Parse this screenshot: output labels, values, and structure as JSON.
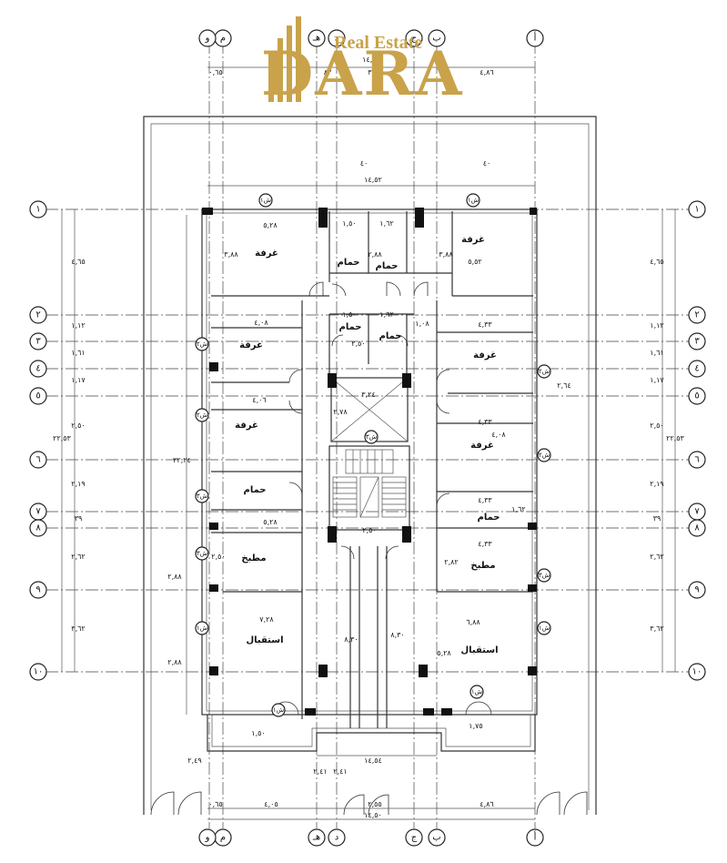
{
  "logo": {
    "main": "DARA",
    "sub": "Real Estate",
    "color": "#c9a24a"
  },
  "axes_top": [
    "أ",
    "ب",
    "ج",
    "د",
    "هـ",
    "م",
    "و"
  ],
  "axes_side": [
    "١",
    "٢",
    "٣",
    "٤",
    "٥",
    "٦",
    "٧",
    "٨",
    "٩",
    "١٠"
  ],
  "rooms": {
    "room_top_left": "غرفة",
    "bath_top_1": "حمام",
    "bath_top_2": "حمام",
    "room_top_right": "غرفة",
    "bath_mid_1": "حمام",
    "bath_mid_2": "حمام",
    "room_left_2": "غرفة",
    "room_right_2": "غرفة",
    "room_left_3": "غرفة",
    "room_right_3": "غرفة",
    "bath_left": "حمام",
    "bath_right": "حمام",
    "kitchen_left": "مطبخ",
    "kitchen_right": "مطبخ",
    "reception_left": "استقبال",
    "reception_right": "استقبال"
  },
  "dims": {
    "top_total": "١٤,٥٠",
    "top_a": "٠,٦٥",
    "top_b": "٣,٥٠",
    "top_c": "٤,٨٦",
    "top_d": "٨٣",
    "inner_total": "١٤,٥٢",
    "v_top_1": "٤٠",
    "v_top_2": "٤٠",
    "r1_w": "٥,٢٨",
    "r1_h": "٣,٨٨",
    "b1_w": "١,٥٠",
    "b2_w": "١,٦٢",
    "b1_h": "٢,٨٨",
    "r2_w": "٥,٥٢",
    "r2_h": "٣,٨٨",
    "mid_b1": "١,٥٠",
    "mid_b2": "١,٦٢",
    "mid_b3": "١,٠٨",
    "mid_h": "٢,٥٠",
    "l2_w": "٤,٠٨",
    "r3_w": "٤,٣٣",
    "core_w": "٣,٢٤",
    "core_h": "٢,٧٨",
    "l3_w": "٤,٠٦",
    "r4_w": "٤,٣٣",
    "r4_h": "٤,٠٨",
    "right_stub": "٢,٦٤",
    "left_total": "٢٢,٢٤",
    "r5_w": "٤,٣٣",
    "r5_h": "١,٦٢",
    "kl_w": "٥,٢٨",
    "kl_h": "٢,٥٠",
    "kr_w": "٤,٣٣",
    "kr_h": "٢,٨٢",
    "stair_w": "٢,٥٠",
    "left_stub_1": "٢,٨٨",
    "left_stub_2": "٢,٨٨",
    "rec_l_w": "٧,٢٨",
    "rec_r_w": "٦,٨٨",
    "rec_r_h": "٥,٢٨",
    "corr_1": "٨,٣٠",
    "corr_2": "٨,٣٠",
    "bal_l": "١,٥٠",
    "bal_r": "١,٧٥",
    "bottom_inner": "١٤,٥٤",
    "v_bot_1": "٢,٤١",
    "v_bot_2": "٢,٤١",
    "bot_left_v": "٢,٤٩",
    "bot_a": "٠,٦٥",
    "bot_b": "٤,٠٥",
    "bot_c": "٢,٥٥",
    "bot_d": "٤,٨٦",
    "bot_total": "١٤,٥٠",
    "side_d1": "٤,٦٥",
    "side_d2": "١,١٢",
    "side_d3": "١,٦١",
    "side_d4": "١,١٧",
    "side_d5": "٢,٥٠",
    "side_d6": "٢,١٩",
    "side_d7": "٣٩",
    "side_d8": "٢,٦٢",
    "side_d9": "٣,٦٢",
    "side_total": "٢٢,٥٣"
  },
  "tags": [
    "ش١",
    "ش٢",
    "ش٣"
  ]
}
